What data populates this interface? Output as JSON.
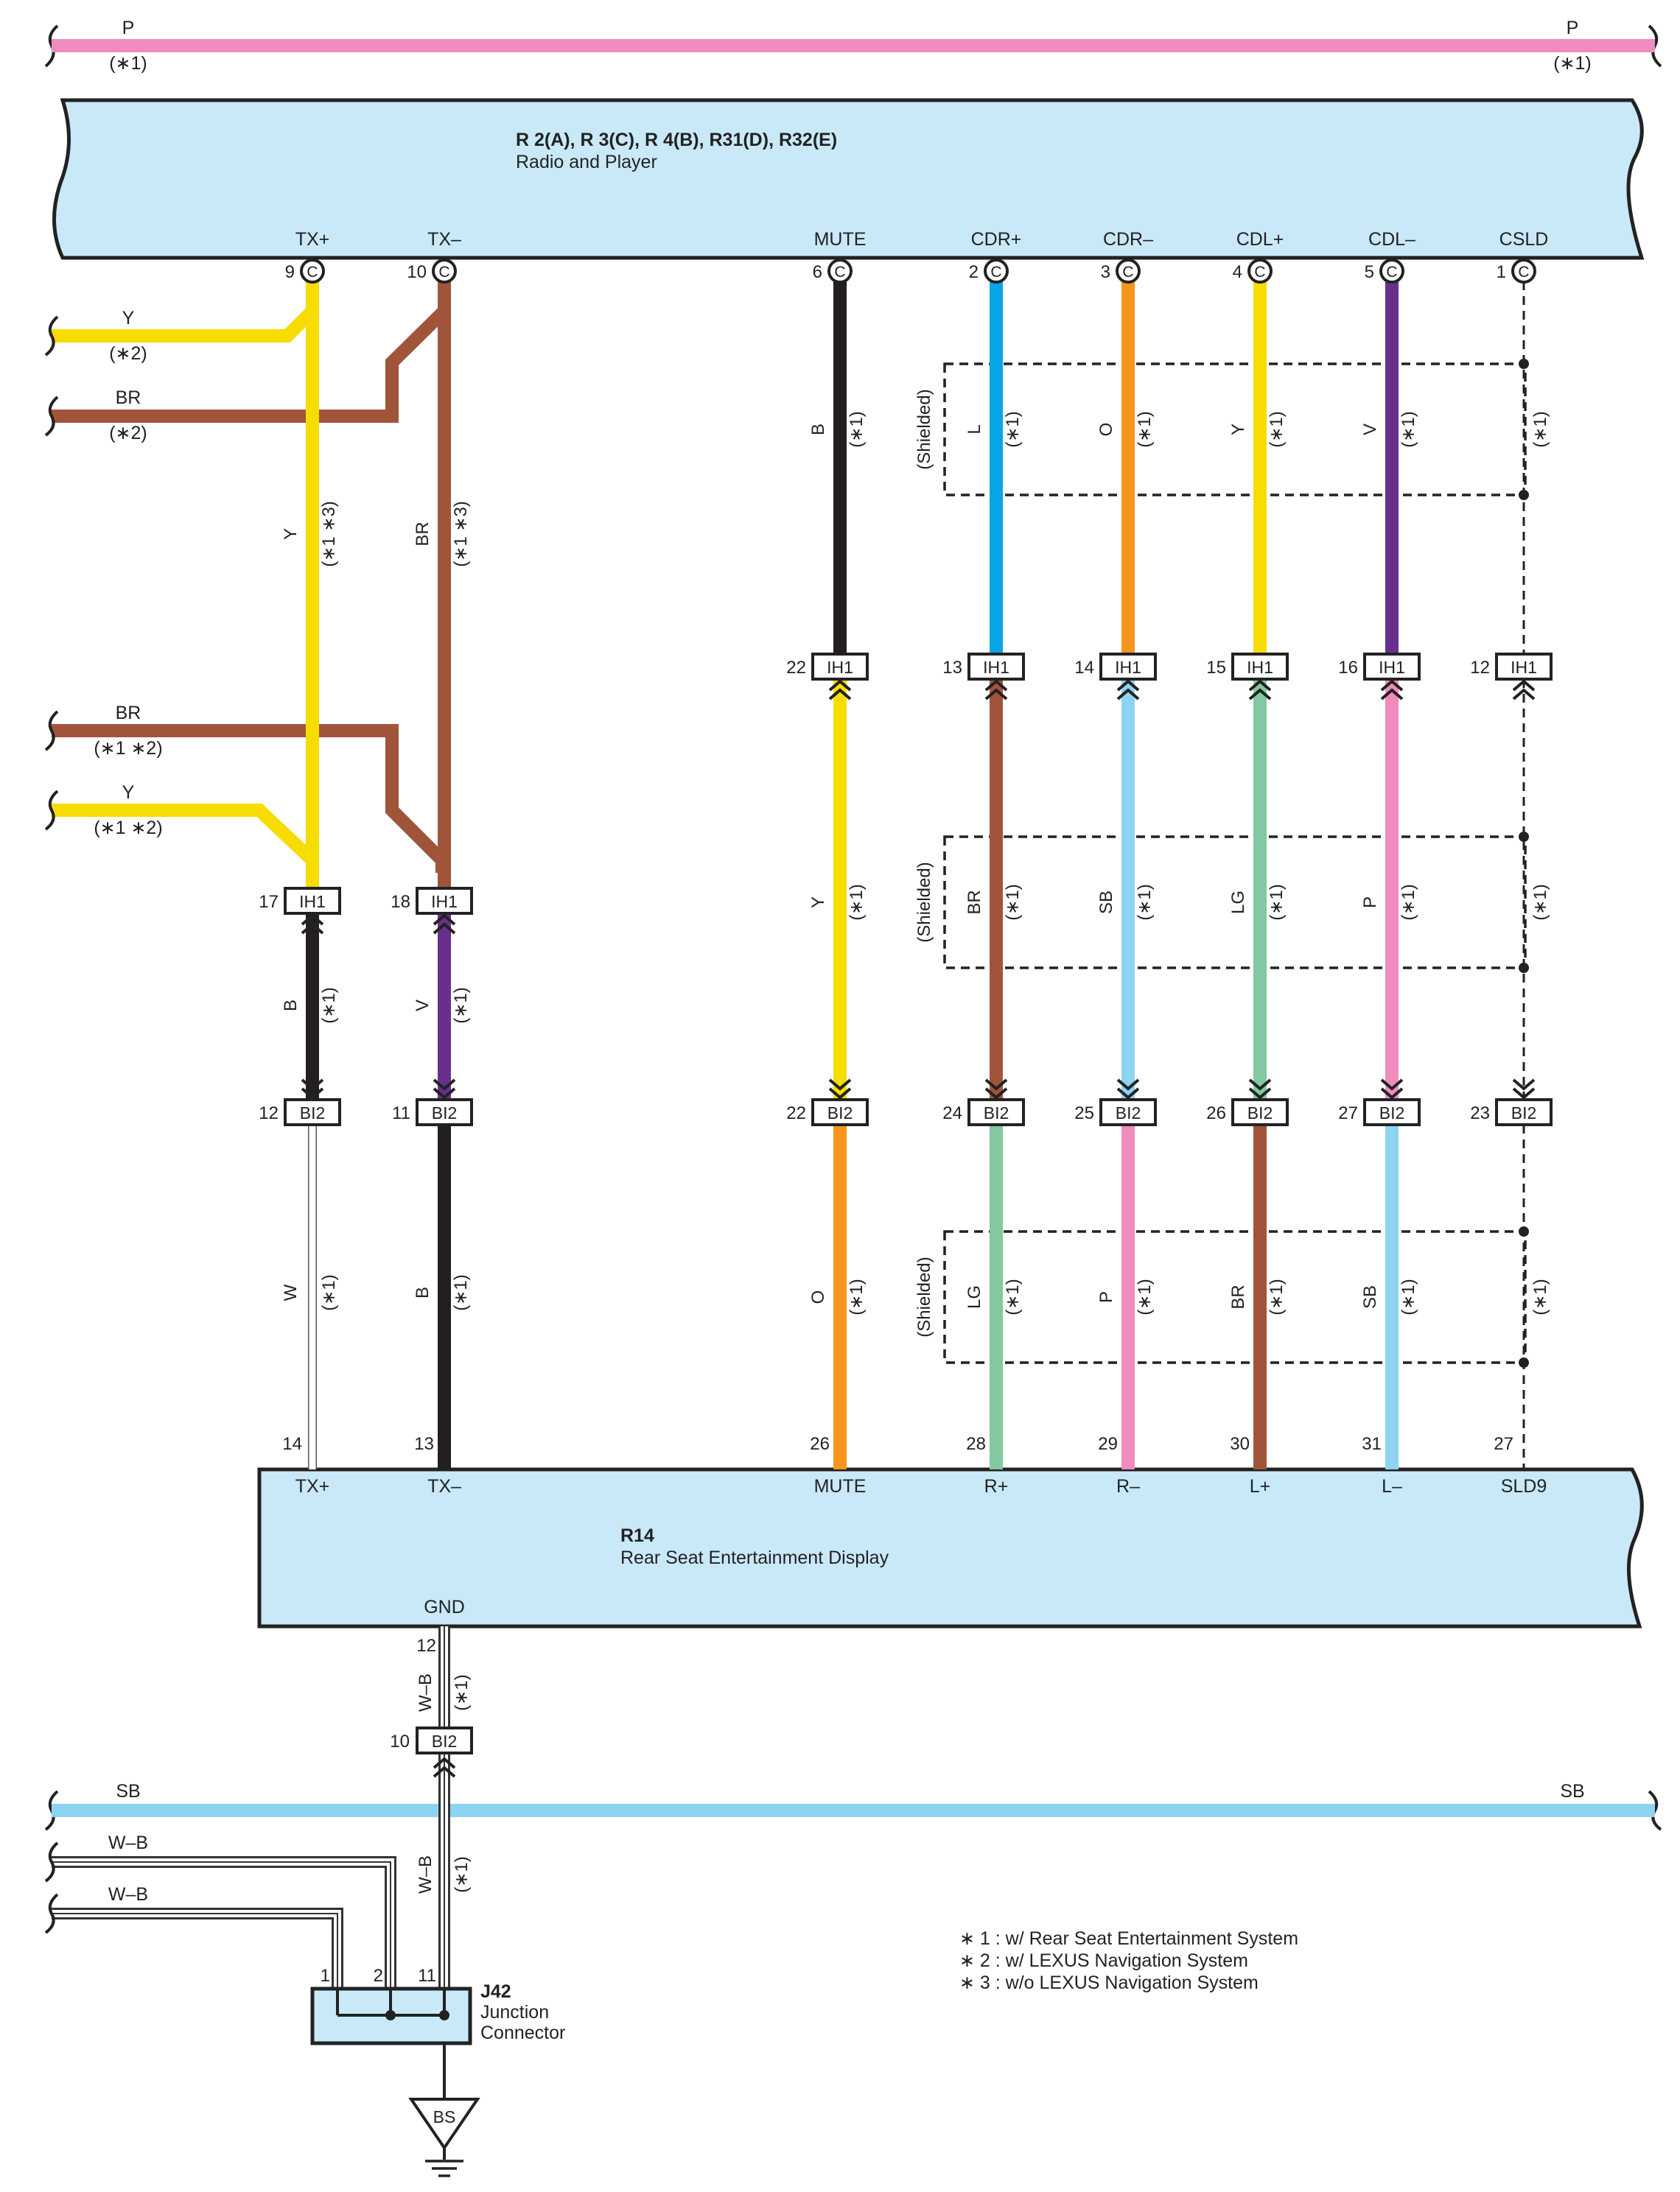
{
  "colors": {
    "P": "#f08bbd",
    "Y": "#f7dc00",
    "BR": "#a0553a",
    "B": "#231f20",
    "V": "#6a2f8c",
    "L": "#0aa5e8",
    "O": "#f7941d",
    "LG": "#82c8a0",
    "SB": "#8dd3f2",
    "W": "#ffffff",
    "WB": "#ffffff",
    "box": "#c9e9f9"
  },
  "top_bus": {
    "label_left": "P",
    "label_right": "P",
    "note_left": "(∗1)",
    "note_right": "(∗1)"
  },
  "radio": {
    "title": "R 2(A), R 3(C), R 4(B), R31(D), R32(E)",
    "subtitle": "Radio and Player",
    "pins": [
      {
        "name": "TX+",
        "num": "9",
        "conn": "C"
      },
      {
        "name": "TX–",
        "num": "10",
        "conn": "C"
      },
      {
        "name": "MUTE",
        "num": "6",
        "conn": "C"
      },
      {
        "name": "CDR+",
        "num": "2",
        "conn": "C"
      },
      {
        "name": "CDR–",
        "num": "3",
        "conn": "C"
      },
      {
        "name": "CDL+",
        "num": "4",
        "conn": "C"
      },
      {
        "name": "CDL–",
        "num": "5",
        "conn": "C"
      },
      {
        "name": "CSLD",
        "num": "1",
        "conn": "C"
      }
    ]
  },
  "left_wires": [
    {
      "color": "Y",
      "note": "(∗2)"
    },
    {
      "color": "BR",
      "note": "(∗2)"
    },
    {
      "color": "BR",
      "note": "(∗1 ∗2)"
    },
    {
      "color": "Y",
      "note": "(∗1 ∗2)"
    }
  ],
  "shielded": "(Shielded)",
  "segments": {
    "tx_top": [
      {
        "color": "Y",
        "note": "(∗1 ∗3)"
      },
      {
        "color": "BR",
        "note": "(∗1 ∗3)"
      }
    ],
    "tx_mid": [
      {
        "color": "B",
        "note": "(∗1)"
      },
      {
        "color": "V",
        "note": "(∗1)"
      }
    ],
    "tx_bot": [
      {
        "color": "W",
        "note": "(∗1)"
      },
      {
        "color": "B",
        "note": "(∗1)"
      }
    ],
    "seg1": [
      {
        "color": "B",
        "note": "(∗1)"
      },
      {
        "color": "L",
        "note": "(∗1)"
      },
      {
        "color": "O",
        "note": "(∗1)"
      },
      {
        "color": "Y",
        "note": "(∗1)"
      },
      {
        "color": "V",
        "note": "(∗1)"
      },
      {
        "color": "",
        "note": "(∗1)"
      }
    ],
    "seg2": [
      {
        "color": "Y",
        "note": "(∗1)"
      },
      {
        "color": "BR",
        "note": "(∗1)"
      },
      {
        "color": "SB",
        "note": "(∗1)"
      },
      {
        "color": "LG",
        "note": "(∗1)"
      },
      {
        "color": "P",
        "note": "(∗1)"
      },
      {
        "color": "",
        "note": "(∗1)"
      }
    ],
    "seg3": [
      {
        "color": "O",
        "note": "(∗1)"
      },
      {
        "color": "LG",
        "note": "(∗1)"
      },
      {
        "color": "P",
        "note": "(∗1)"
      },
      {
        "color": "BR",
        "note": "(∗1)"
      },
      {
        "color": "SB",
        "note": "(∗1)"
      },
      {
        "color": "",
        "note": "(∗1)"
      }
    ]
  },
  "ih1_row1": {
    "label": "IH1",
    "nums": [
      "22",
      "13",
      "14",
      "15",
      "16",
      "12"
    ]
  },
  "ih1_tx": {
    "label": "IH1",
    "nums": [
      "17",
      "18"
    ]
  },
  "bi2_row": {
    "label": "BI2",
    "nums": [
      "12",
      "11",
      "22",
      "24",
      "25",
      "26",
      "27",
      "23"
    ]
  },
  "display": {
    "id": "R14",
    "name": "Rear Seat Entertainment Display",
    "pin_nums": [
      "14",
      "13",
      "26",
      "28",
      "29",
      "30",
      "31",
      "27"
    ],
    "pin_names": [
      "TX+",
      "TX–",
      "MUTE",
      "R+",
      "R–",
      "L+",
      "L–",
      "SLD9"
    ],
    "gnd_name": "GND",
    "gnd_num": "12"
  },
  "gnd_wire": {
    "color": "W–B",
    "note": "(∗1)"
  },
  "bi2_gnd": {
    "label": "BI2",
    "num": "10"
  },
  "sb_bus": {
    "label_left": "SB",
    "label_right": "SB"
  },
  "wb_wires": [
    {
      "label": "W–B"
    },
    {
      "label": "W–B"
    }
  ],
  "junction": {
    "id": "J42",
    "name1": "Junction",
    "name2": "Connector",
    "pins": [
      "1",
      "2",
      "11"
    ]
  },
  "ground": {
    "label": "BS"
  },
  "notes": [
    "∗ 1 : w/ Rear Seat Entertainment System",
    "∗ 2 : w/ LEXUS Navigation System",
    "∗ 3 : w/o LEXUS Navigation System"
  ]
}
